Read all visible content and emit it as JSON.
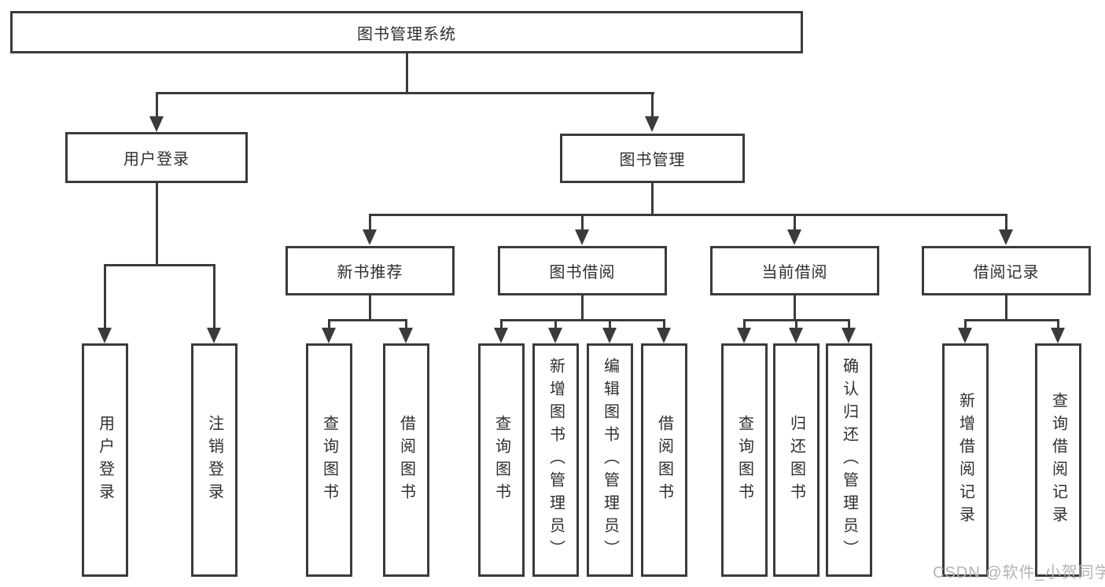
{
  "title": "图书管理系统",
  "root": {
    "label": "图书管理系统"
  },
  "level2": [
    {
      "label": "用户登录"
    },
    {
      "label": "图书管理"
    }
  ],
  "level3": [
    {
      "label": "新书推荐",
      "parent": "图书管理"
    },
    {
      "label": "图书借阅",
      "parent": "图书管理"
    },
    {
      "label": "当前借阅",
      "parent": "图书管理"
    },
    {
      "label": "借阅记录",
      "parent": "图书管理"
    }
  ],
  "leaves": [
    {
      "label": "用户登录",
      "parent": "用户登录"
    },
    {
      "label": "注销登录",
      "parent": "用户登录"
    },
    {
      "label": "查询图书",
      "parent": "新书推荐"
    },
    {
      "label": "借阅图书",
      "parent": "新书推荐"
    },
    {
      "label": "查询图书",
      "parent": "图书借阅"
    },
    {
      "label": "新增图书（管理员）",
      "parent": "图书借阅"
    },
    {
      "label": "编辑图书（管理员）",
      "parent": "图书借阅"
    },
    {
      "label": "借阅图书",
      "parent": "图书借阅"
    },
    {
      "label": "查询图书",
      "parent": "当前借阅"
    },
    {
      "label": "归还图书",
      "parent": "当前借阅"
    },
    {
      "label": "确认归还（管理员）",
      "parent": "当前借阅"
    },
    {
      "label": "新增借阅记录",
      "parent": "借阅记录"
    },
    {
      "label": "查询借阅记录",
      "parent": "借阅记录"
    }
  ],
  "watermark": {
    "text": "CSDN @软件_小贺同学",
    "color": "#b3b3b3"
  },
  "colors": {
    "line": "#3b3b3b",
    "text": "#2f2f2f",
    "background": "#ffffff"
  }
}
